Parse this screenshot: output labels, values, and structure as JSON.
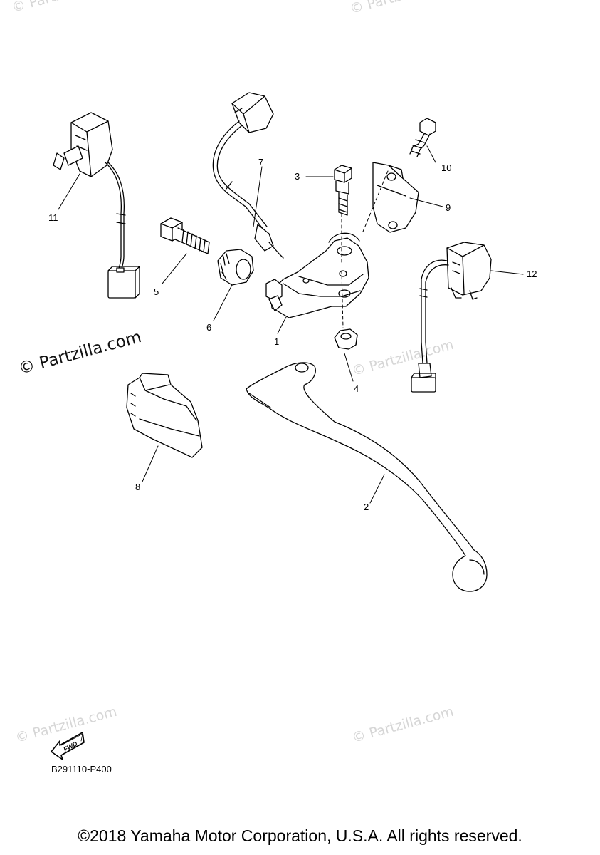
{
  "watermarks": {
    "top_left": "© Partzilla.com",
    "top_center": "© Partzilla.com",
    "mid_left": "© Partzilla.com",
    "mid_right": "© Partzilla.com",
    "bottom_left": "© Partzilla.com",
    "bottom_right": "© Partzilla.com"
  },
  "callouts": {
    "c1": "1",
    "c2": "2",
    "c3": "3",
    "c4": "4",
    "c5": "5",
    "c6": "6",
    "c7": "7",
    "c8": "8",
    "c9": "9",
    "c10": "10",
    "c11": "11",
    "c12": "12"
  },
  "fwd_label": "FWD",
  "diagram_code": "B291110-P400",
  "copyright": "©2018 Yamaha Motor Corporation, U.S.A. All rights reserved."
}
